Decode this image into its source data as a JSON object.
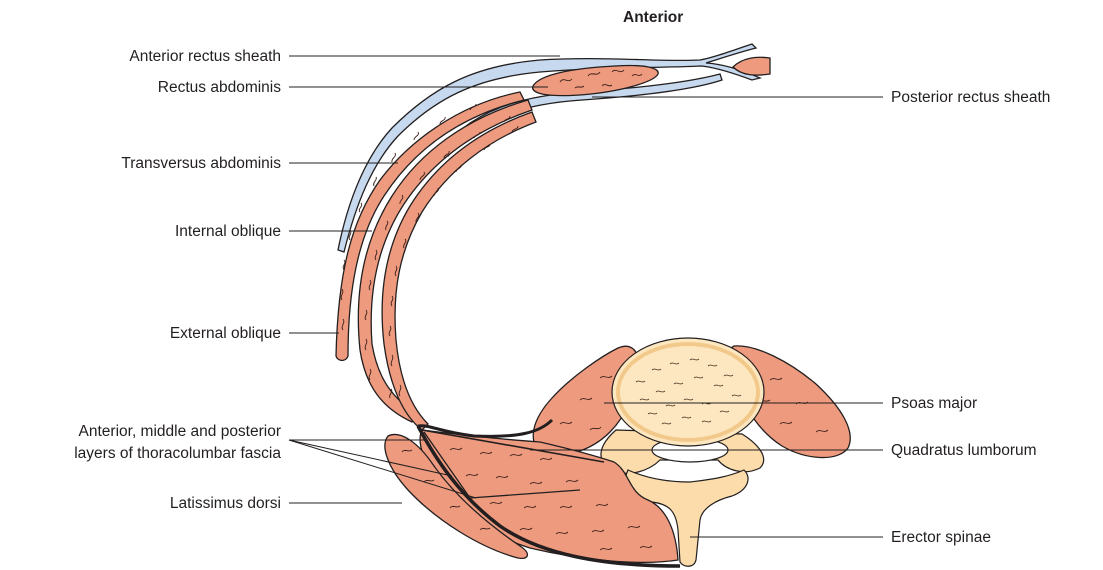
{
  "heading": "Anterior",
  "labels": {
    "anterior_rectus_sheath": "Anterior rectus sheath",
    "rectus_abdominis": "Rectus abdominis",
    "transversus_abdominis": "Transversus abdominis",
    "internal_oblique": "Internal oblique",
    "external_oblique": "External oblique",
    "tlf_line1": "Anterior, middle and posterior",
    "tlf_line2": "layers of thoracolumbar fascia",
    "latissimus_dorsi": "Latissimus dorsi",
    "posterior_rectus_sheath": "Posterior rectus sheath",
    "psoas_major": "Psoas major",
    "quadratus_lumborum": "Quadratus lumborum",
    "erector_spinae": "Erector spinae"
  },
  "colors": {
    "muscle": "#ee9a7e",
    "sheath": "#c6d9ee",
    "bone": "#fbdcaa",
    "line": "#231f20"
  }
}
